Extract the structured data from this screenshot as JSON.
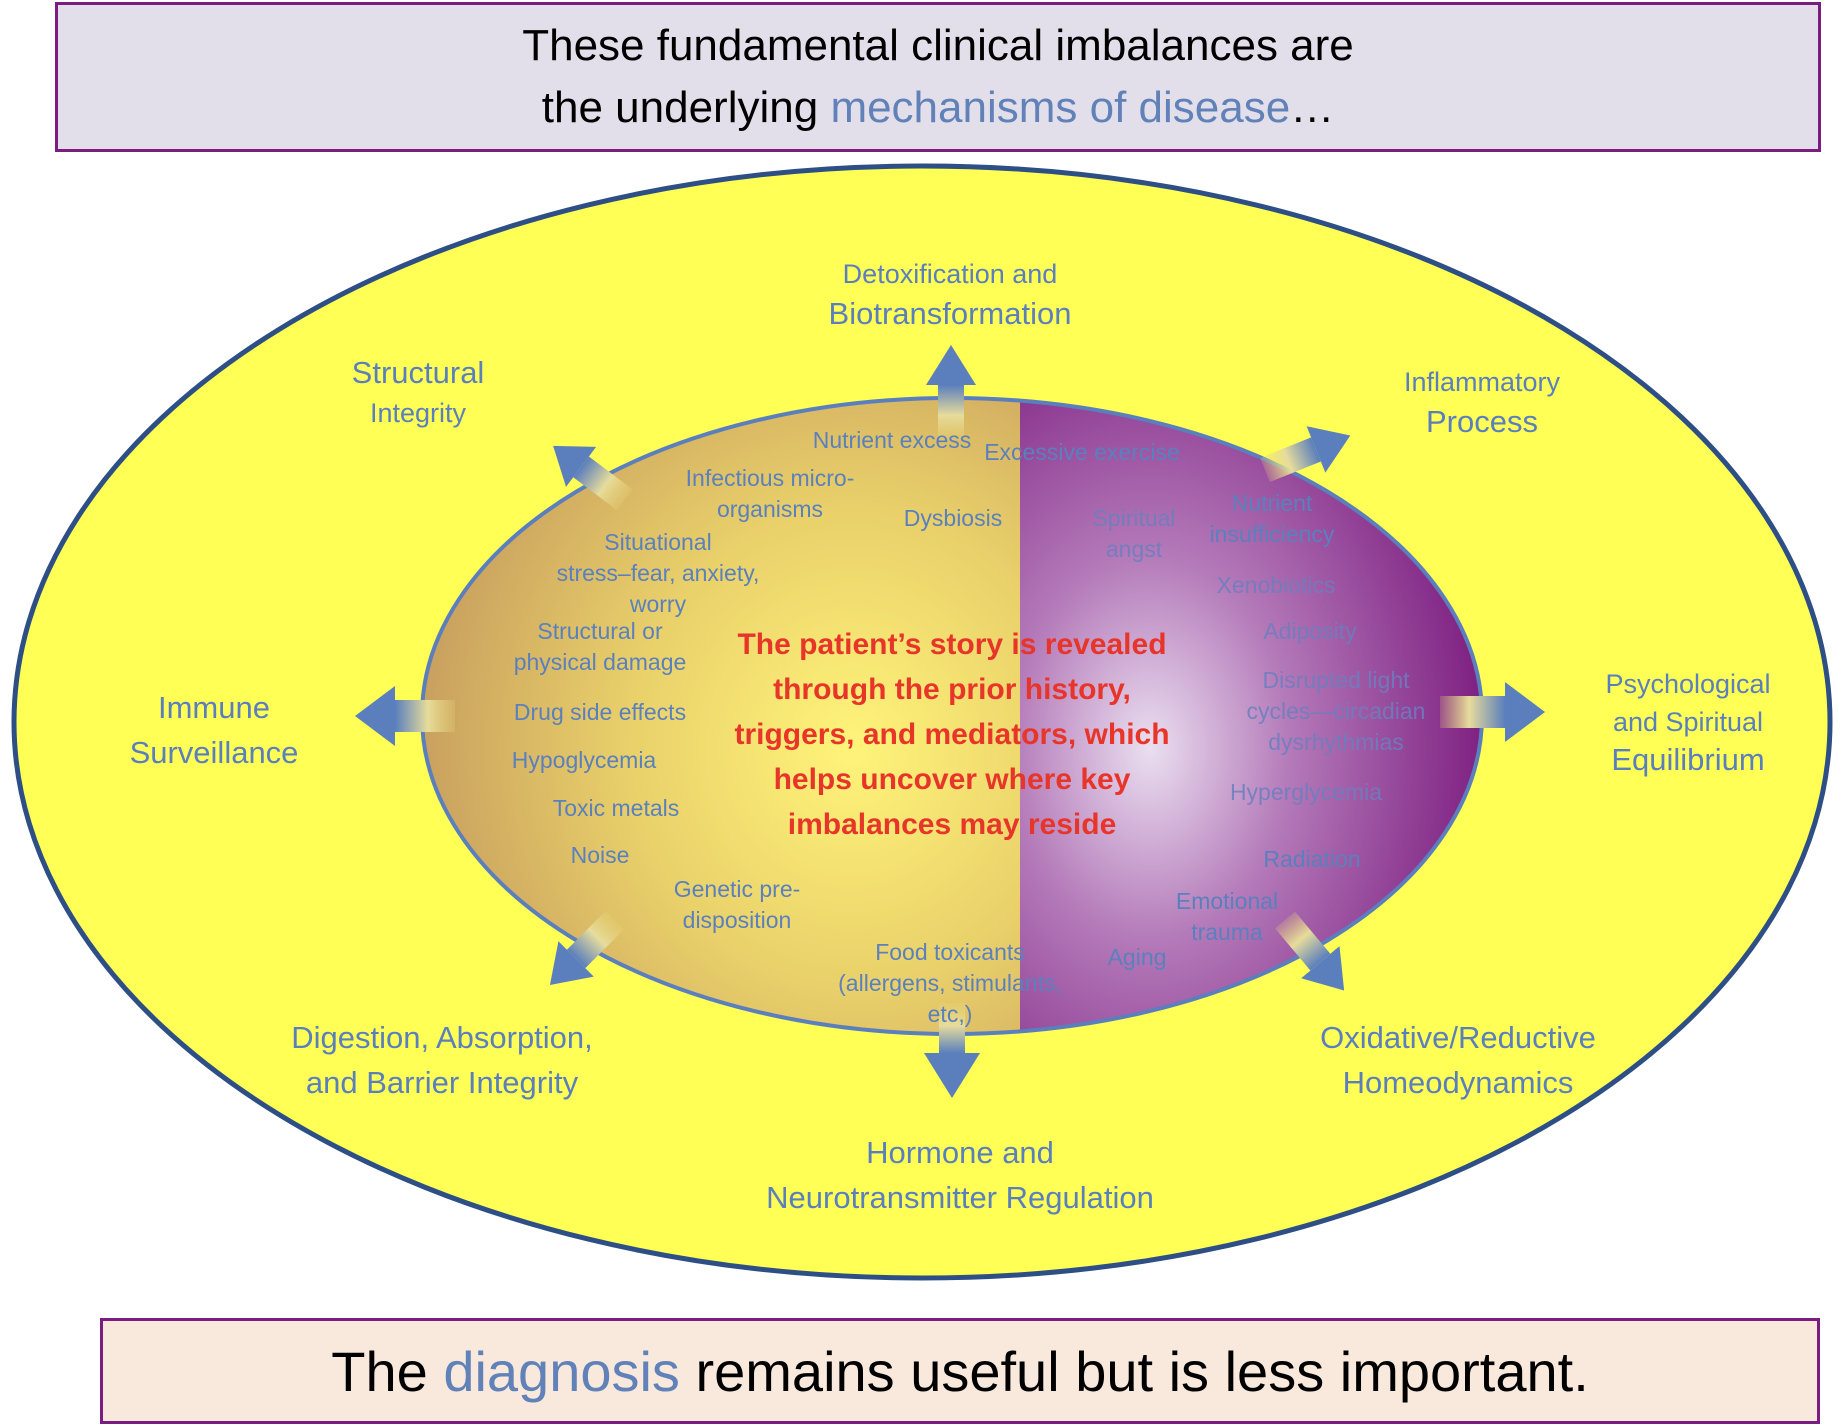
{
  "header": {
    "line1": "These fundamental clinical imbalances are",
    "line2_prefix": "the underlying ",
    "line2_accent": "mechanisms of disease",
    "line2_suffix": "…"
  },
  "footer": {
    "prefix": "The ",
    "accent": "diagnosis",
    "suffix": " remains useful but is less important."
  },
  "colors": {
    "outer_fill": "#ffff55",
    "outer_stroke": "#2d4f86",
    "inner_left": "#c9a564",
    "inner_right": "#7a1a7e",
    "label_text": "#5b7fbd",
    "center_text": "#e8352a",
    "header_bg": "#e3dfea",
    "footer_bg": "#f9e8dc",
    "box_border": "#7b1c80"
  },
  "outer_labels": {
    "detox": [
      "Detoxification and",
      "Biotransformation"
    ],
    "structural": [
      "Structural",
      "Integrity"
    ],
    "inflammatory": [
      "Inflammatory",
      "Process"
    ],
    "immune": [
      "Immune",
      "Surveillance"
    ],
    "psych": [
      "Psychological",
      "and Spiritual",
      "Equilibrium"
    ],
    "digestion": [
      "Digestion, Absorption,",
      "and Barrier Integrity"
    ],
    "oxidative": [
      "Oxidative/Reductive",
      "Homeodynamics"
    ],
    "hormone": [
      "Hormone and",
      "Neurotransmitter Regulation"
    ]
  },
  "inner_labels": {
    "nutrient_excess": [
      "Nutrient excess"
    ],
    "excessive_exercise": [
      "Excessive exercise"
    ],
    "infectious": [
      "Infectious micro-",
      "organisms"
    ],
    "dysbiosis": [
      "Dysbiosis"
    ],
    "spiritual_angst": [
      "Spiritual",
      "angst"
    ],
    "nutrient_insufficiency": [
      "Nutrient",
      "insufficiency"
    ],
    "situational": [
      "Situational",
      "stress–fear, anxiety,",
      "worry"
    ],
    "xenobiotics": [
      "Xenobiotics"
    ],
    "adiposity": [
      "Adiposity"
    ],
    "structural_damage": [
      "Structural or",
      "physical damage"
    ],
    "disrupted_light": [
      "Disrupted light",
      "cycles—circadian",
      "dysrhythmias"
    ],
    "drug_side_effects": [
      "Drug side effects"
    ],
    "hypoglycemia": [
      "Hypoglycemia"
    ],
    "hyperglycemia": [
      "Hyperglycemia"
    ],
    "toxic_metals": [
      "Toxic metals"
    ],
    "radiation": [
      "Radiation"
    ],
    "noise": [
      "Noise"
    ],
    "genetic": [
      "Genetic pre-",
      "disposition"
    ],
    "emotional_trauma": [
      "Emotional",
      "trauma"
    ],
    "aging": [
      "Aging"
    ],
    "food_toxicants": [
      "Food toxicants",
      "(allergens, stimulants,",
      "etc,)"
    ]
  },
  "center_text": [
    "The patient’s story is revealed",
    "through the prior history,",
    "triggers, and mediators, which",
    "helps uncover where key",
    "imbalances may reside"
  ]
}
